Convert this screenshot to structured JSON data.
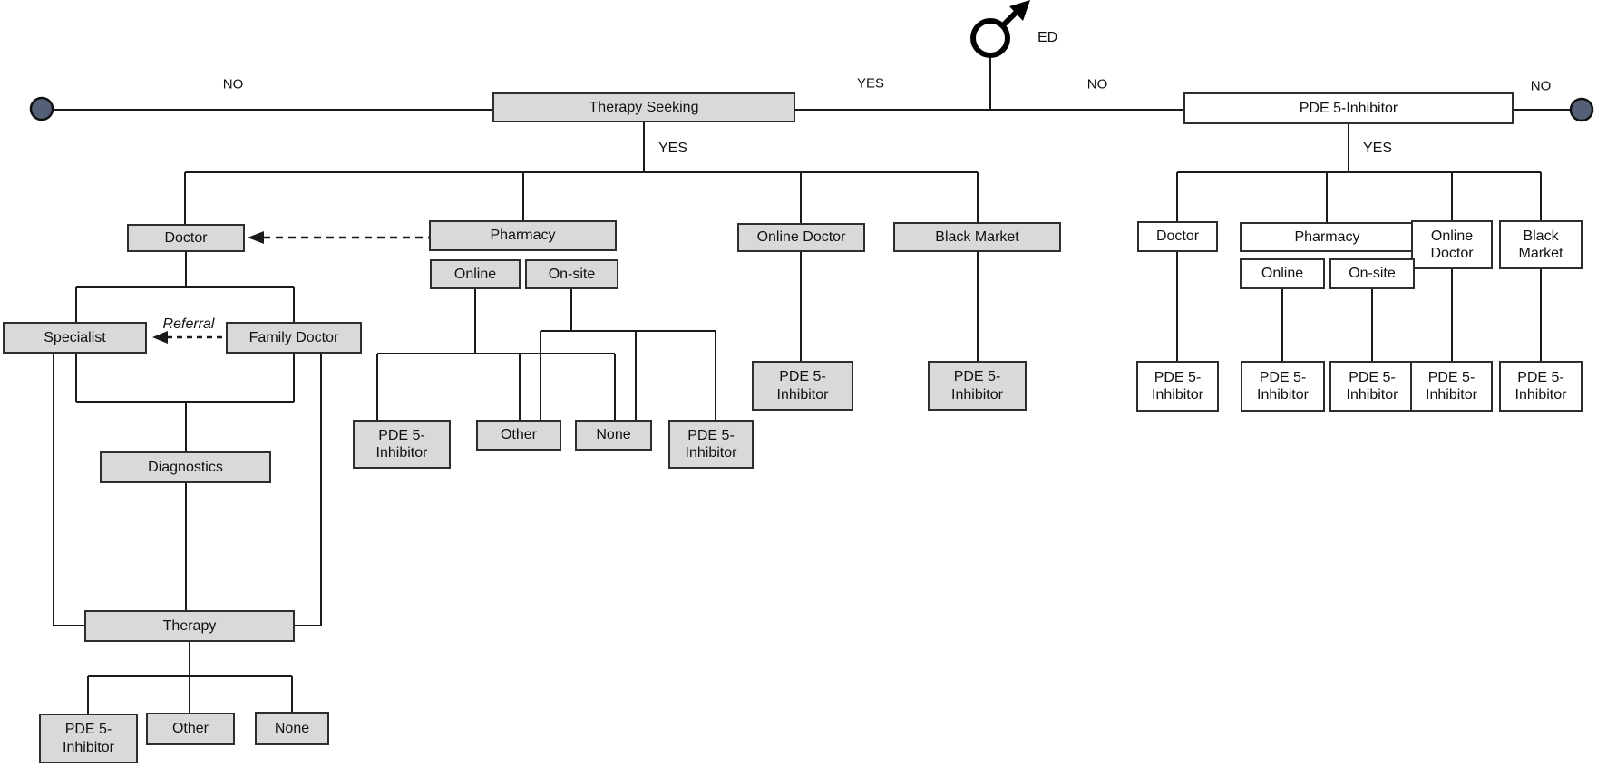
{
  "colors": {
    "node_fill_gray": "#d9d9d9",
    "node_fill_white": "#ffffff",
    "node_border": "#2e2e2e",
    "terminal_circle_fill": "#546078",
    "line": "#1a1a1a"
  },
  "labels": {
    "ed": "ED",
    "no_left": "NO",
    "yes_spine": "YES",
    "no_mid": "NO",
    "no_right": "NO"
  },
  "left": {
    "root": "Therapy Seeking",
    "branch_yes": "YES",
    "doctor": "Doctor",
    "pharmacy": "Pharmacy",
    "online_doctor": "Online Doctor",
    "black_market": "Black Market",
    "online": "Online",
    "onsite": "On-site",
    "specialist": "Specialist",
    "family_doctor": "Family Doctor",
    "referral": "Referral",
    "diagnostics": "Diagnostics",
    "therapy": "Therapy",
    "therapy_pde5": "PDE 5-\nInhibitor",
    "therapy_other": "Other",
    "therapy_none": "None",
    "pharmacy_online_pde5": "PDE 5-\nInhibitor",
    "pharmacy_other": "Other",
    "pharmacy_none": "None",
    "pharmacy_onsite_pde5": "PDE 5-\nInhibitor",
    "online_doctor_pde5": "PDE 5-\nInhibitor",
    "black_market_pde5": "PDE 5-\nInhibitor"
  },
  "right": {
    "root": "PDE 5-Inhibitor",
    "branch_yes": "YES",
    "doctor": "Doctor",
    "pharmacy": "Pharmacy",
    "online_doctor": "Online\nDoctor",
    "black_market": "Black\nMarket",
    "online": "Online",
    "onsite": "On-site",
    "doctor_pde5": "PDE 5-\nInhibitor",
    "online_pde5": "PDE 5-\nInhibitor",
    "onsite_pde5": "PDE 5-\nInhibitor",
    "online_doctor_pde5": "PDE 5-\nInhibitor",
    "black_market_pde5": "PDE 5-\nInhibitor"
  }
}
